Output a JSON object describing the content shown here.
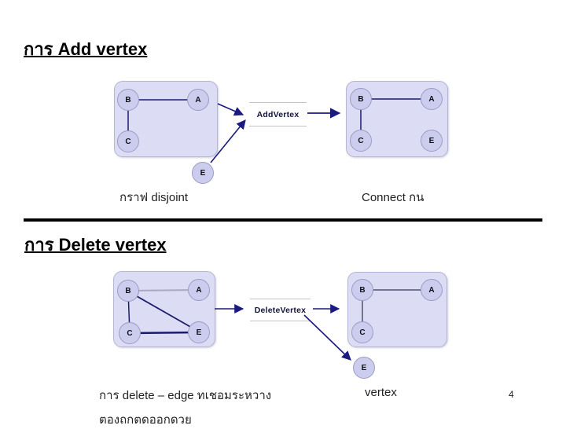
{
  "titles": {
    "add": "การ Add vertex",
    "delete": "การ Delete vertex"
  },
  "operations": {
    "add": "AddVertex",
    "delete": "DeleteVertex"
  },
  "captions": {
    "add_before": "กราฟ disjoint",
    "add_after": "Connect กน",
    "delete_line1": "การ delete – edge ทเชอมระหวาง",
    "delete_vertex_word": "vertex",
    "delete_line2": "ตองถกตดออกดวย"
  },
  "page_number": "4",
  "graphs": {
    "add_before": {
      "vertices": [
        "B",
        "A",
        "C",
        "E"
      ],
      "edges": [
        "B–A",
        "B–C"
      ],
      "note": "E is outside the box (disjoint)"
    },
    "add_after": {
      "vertices": [
        "B",
        "A",
        "C",
        "E"
      ],
      "edges": [
        "B–A",
        "B–C"
      ],
      "note": "E added inside the box"
    },
    "delete_before": {
      "vertices": [
        "B",
        "A",
        "C",
        "E"
      ],
      "edges": [
        "B–A",
        "B–C",
        "B–E",
        "C–E"
      ]
    },
    "delete_after": {
      "vertices": [
        "B",
        "A",
        "C",
        "E"
      ],
      "edges": [
        "B–A",
        "B–C"
      ],
      "note": "E removed, outside the box"
    }
  },
  "colors": {
    "box_fill": "#dcdcf5",
    "vertex_fill": "#ccccee",
    "edge_navy": "#1b1b6e",
    "edge_gray": "#a8a8c0",
    "arrow": "#1a1a80",
    "divider": "#000000"
  }
}
